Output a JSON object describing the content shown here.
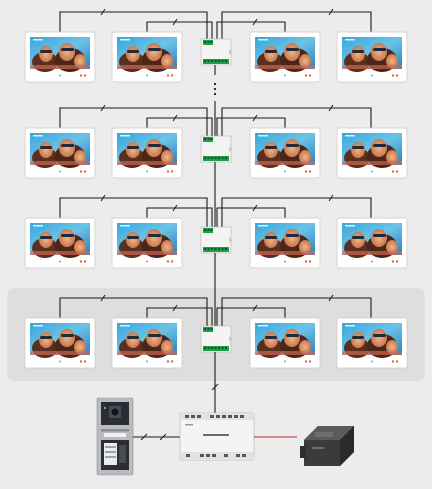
{
  "colors": {
    "background": "#ececec",
    "highlight_panel": "#dedede",
    "monitor_frame": "#ffffff",
    "distributor_body": "#f4f4f4",
    "terminal_green": "#1e9e46",
    "wire": "#1a1a1a",
    "power_wire": "#c0282b",
    "psu_body": "#3b3b3b"
  },
  "diagram": {
    "highlighted_row": 4,
    "rows": [
      {
        "row": 1,
        "monitors": 4,
        "distributor": true
      },
      {
        "row": 2,
        "monitors": 4,
        "distributor": true
      },
      {
        "row": 3,
        "monitors": 4,
        "distributor": true
      },
      {
        "row": 4,
        "monitors": 4,
        "distributor": true
      }
    ],
    "continuation_symbol": "ellipsis-vertical",
    "door_station": {
      "icon": "door-station-icon"
    },
    "controller": {
      "icon": "controller-icon"
    },
    "power_supply": {
      "icon": "din-rail-power-supply-icon"
    }
  }
}
